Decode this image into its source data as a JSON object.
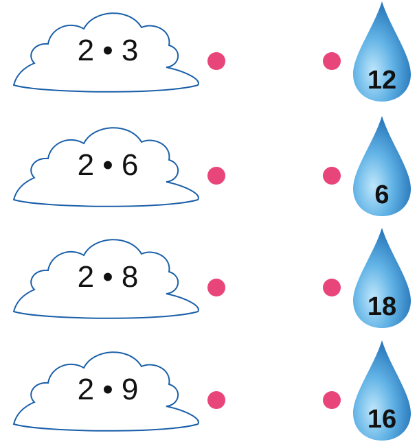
{
  "colors": {
    "dot": "#e8457a",
    "cloud_stroke": "#1a5fa8",
    "drop_light": "#9fd6f3",
    "drop_dark": "#1e6fb5"
  },
  "left_items": [
    {
      "expression": "2 • 3"
    },
    {
      "expression": "2 • 6"
    },
    {
      "expression": "2 • 8"
    },
    {
      "expression": "2 • 9"
    }
  ],
  "right_items": [
    {
      "value": "12"
    },
    {
      "value": "6"
    },
    {
      "value": "18"
    },
    {
      "value": "16"
    }
  ]
}
